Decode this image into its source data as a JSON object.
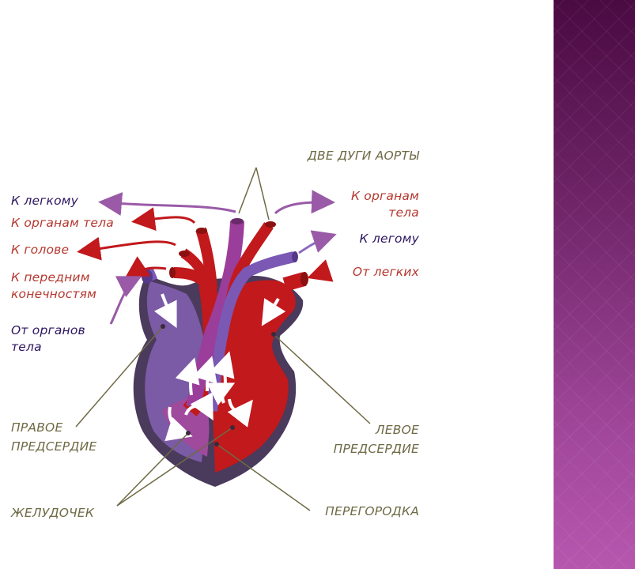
{
  "colors": {
    "heart_outline": "#4a3a5c",
    "right_atrium": "#7b5aa6",
    "ventricle_purple": "#9b3d9a",
    "arterial_red": "#c1191c",
    "vein_purple": "#7a58b4",
    "label_dark": "#2c1560",
    "label_red": "#b5372f",
    "label_olive": "#6e6a45",
    "side_panel": "#7a2a72"
  },
  "labels": {
    "two_aortic_arches": "ДВЕ ДУГИ АОРТЫ",
    "to_lung_left": "К легкому",
    "to_body_organs_left": "К органам тела",
    "to_head": "К голове",
    "to_forelimbs_line1": "К передним",
    "to_forelimbs_line2": "конечностям",
    "from_body_organs_line1": "От органов",
    "from_body_organs_line2": "тела",
    "to_body_organs_right_line1": "К органам",
    "to_body_organs_right_line2": "тела",
    "to_lung_right": "К легому",
    "from_lungs": "От легких",
    "right_atrium_line1": "ПРАВОЕ",
    "right_atrium_line2": "ПРЕДСЕРДИЕ",
    "left_atrium_line1": "ЛЕВОЕ",
    "left_atrium_line2": "ПРЕДСЕРДИЕ",
    "ventricle": "ЖЕЛУДОЧЕК",
    "septum": "ПЕРЕГОРОДКА"
  },
  "icons": {
    "flow_arrows": "white-curved-arrow",
    "side_decoration": "diagonal-pattern"
  }
}
